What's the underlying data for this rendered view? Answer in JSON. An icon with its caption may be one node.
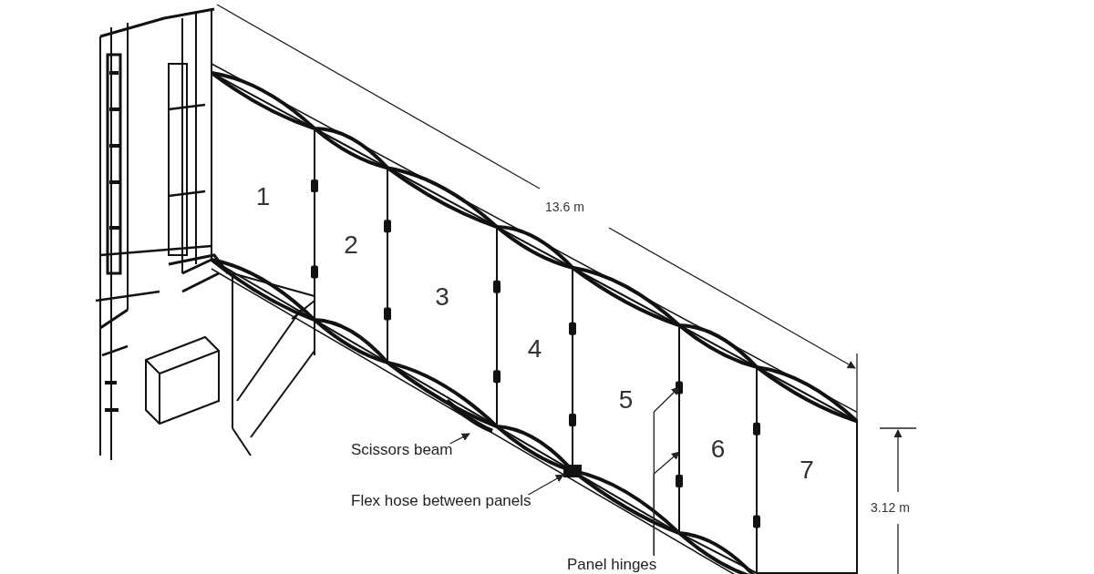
{
  "diagram": {
    "nodes": [
      {
        "text": [
          "1"
        ]
      },
      {
        "text": [
          "2"
        ]
      },
      {
        "text": [
          "3"
        ]
      },
      {
        "text": [
          "4"
        ]
      },
      {
        "text": [
          "5"
        ]
      },
      {
        "text": [
          "6"
        ]
      },
      {
        "text": [
          "7"
        ]
      },
      {
        "text": [
          "Scissors beam"
        ]
      },
      {
        "text": [
          "Flex hose between panels"
        ]
      },
      {
        "text": [
          "Panel hinges"
        ]
      },
      {
        "text": [],
        "shape": "bar"
      },
      {
        "text": [],
        "shape": "box"
      }
    ],
    "edges": [
      {
        "from": 7,
        "to": 10,
        "arrow": "to"
      },
      {
        "from": 8,
        "to": 11,
        "arrow": "to"
      },
      {
        "from": 9,
        "to": 5,
        "arrow": "to"
      },
      {
        "from": 9,
        "to": 5,
        "arrow": "to"
      }
    ],
    "labels": [
      "13.6 m",
      "3.12 m"
    ]
  }
}
